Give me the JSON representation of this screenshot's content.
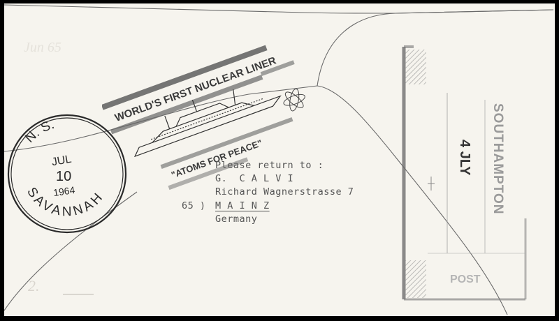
{
  "cachet": {
    "banner_top": "WORLD'S FIRST NUCLEAR LINER",
    "banner_bottom": "\"ATOMS FOR PEACE\"",
    "illustration": "ship-with-atom-icon"
  },
  "postmark_circular": {
    "top_text": "N. S.",
    "month": "JUL",
    "day": "10",
    "year": "1964",
    "bottom_text": "SAVANNAH"
  },
  "machine_cancel": {
    "town": "SOUTHAMPTON",
    "date": "4 JLY",
    "label": "POST"
  },
  "return_address": {
    "line1": "Please return to :",
    "line2": "G.  C A L V I",
    "line3": "Richard Wagnerstrasse 7",
    "postcode": "65 )",
    "city": "M A I N Z",
    "country": "Germany"
  },
  "pencil_notes": {
    "top_left": "Jun 65",
    "bottom_left": "2."
  },
  "colors": {
    "paper": "#f6f4ee",
    "ink": "#3a3a3a",
    "typewriter": "#555555",
    "border": "#000000"
  }
}
